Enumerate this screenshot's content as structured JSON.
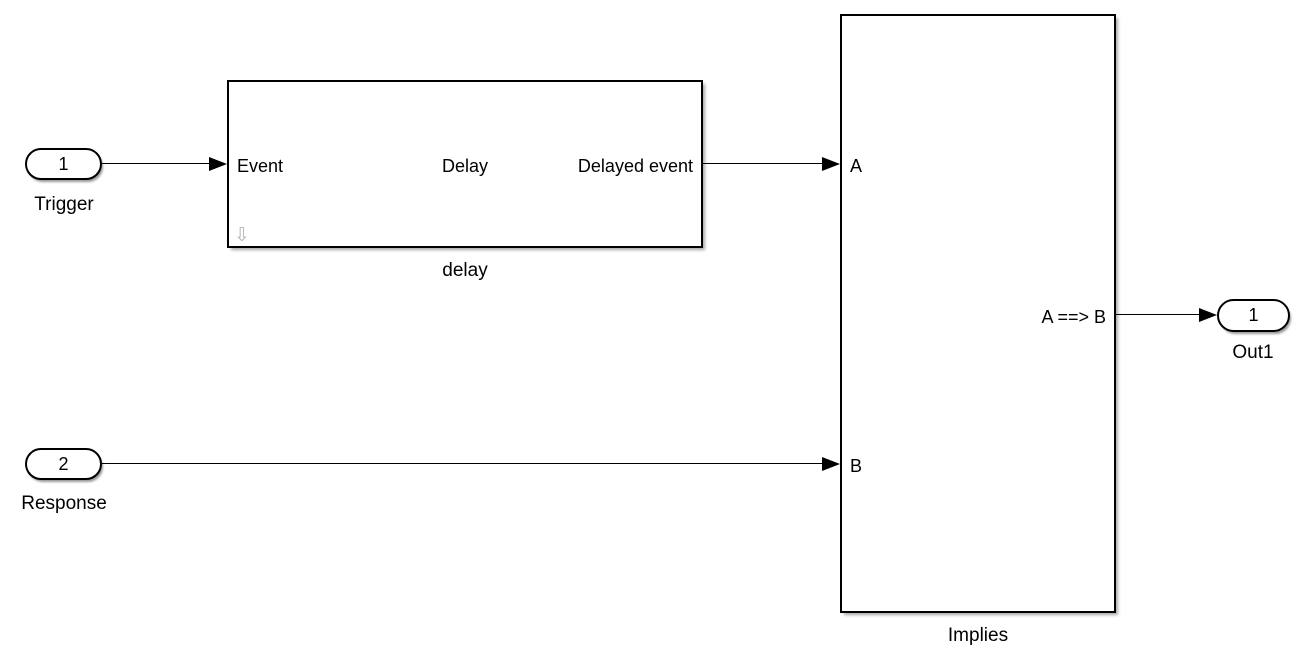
{
  "colors": {
    "background": "#ffffff",
    "line": "#000000",
    "block_fill": "#ffffff",
    "block_border": "#000000",
    "badge_gray": "#b4b4b4"
  },
  "diagram": {
    "inports": [
      {
        "number": "1",
        "label": "Trigger"
      },
      {
        "number": "2",
        "label": "Response"
      }
    ],
    "outports": [
      {
        "number": "1",
        "label": "Out1"
      }
    ],
    "blocks": [
      {
        "name": "delay",
        "type": "subsystem",
        "port_labels": {
          "in": "Event",
          "param": "Delay",
          "out": "Delayed event"
        }
      },
      {
        "name": "Implies",
        "type": "subsystem",
        "port_labels": {
          "in_a": "A",
          "in_b": "B",
          "out": "A ==> B"
        }
      }
    ]
  },
  "icons": {
    "subsystem_badge": "⇩"
  }
}
